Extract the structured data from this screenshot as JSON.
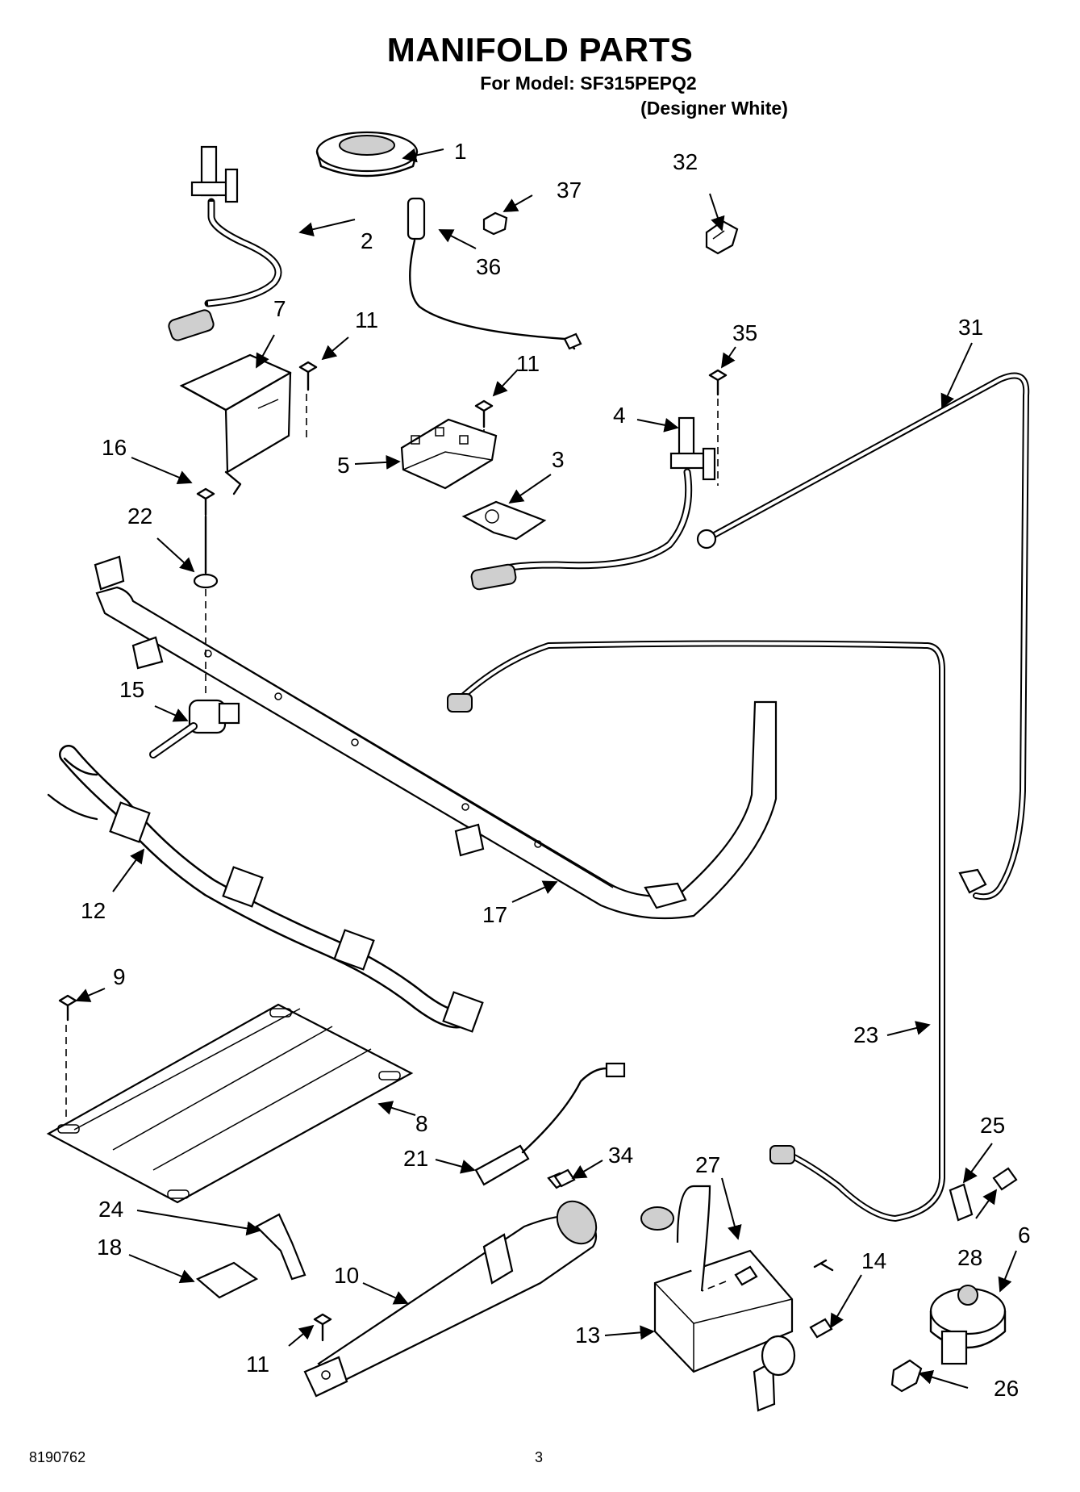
{
  "header": {
    "title": "MANIFOLD PARTS",
    "model_line": "For Model: SF315PEPQ2",
    "variant": "(Designer White)"
  },
  "footer": {
    "doc_number": "8190762",
    "page_number": "3"
  },
  "callouts": [
    "1",
    "2",
    "3",
    "4",
    "5",
    "6",
    "7",
    "8",
    "9",
    "10",
    "11",
    "11",
    "11",
    "11",
    "12",
    "13",
    "14",
    "15",
    "16",
    "17",
    "18",
    "21",
    "22",
    "23",
    "24",
    "25",
    "26",
    "27",
    "28",
    "31",
    "32",
    "34",
    "35",
    "36",
    "37"
  ]
}
